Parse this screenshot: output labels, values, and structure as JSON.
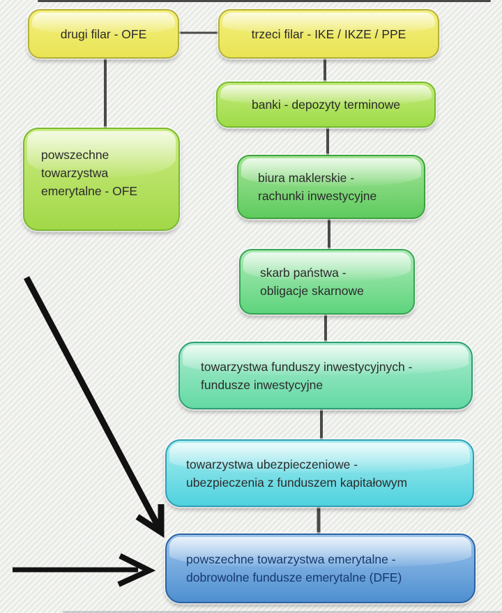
{
  "diagram": {
    "title_hint": "piramida produktow emerytalno-inwestycyjnych",
    "background": "#eef0ec",
    "connector_color": "#4a4a4a",
    "arrow_color": "#111111",
    "nodes": [
      {
        "id": "drugi-filar-ofe",
        "lines": [
          "drugi filar - OFE"
        ],
        "fill_top": "#f3ef7e",
        "fill_bottom": "#e9e455",
        "border": "#b5b13c",
        "text_color": "#2b2b2b"
      },
      {
        "id": "trzeci-filar-ike-ikze-ppe",
        "lines": [
          "trzeci filar - IKE / IKZE / PPE"
        ],
        "fill_top": "#f3ef7e",
        "fill_bottom": "#e9e455",
        "border": "#b5b13c",
        "text_color": "#2b2b2b"
      },
      {
        "id": "powszechne-towarzystwa-emerytalne-ofe",
        "lines": [
          "powszechne",
          "towarzystwa",
          "emerytalne - OFE"
        ],
        "fill_top": "#cdeb82",
        "fill_bottom": "#a2d848",
        "border": "#79ba2e",
        "text_color": "#2b2b2b"
      },
      {
        "id": "banki-depozyty-terminowe",
        "lines": [
          "banki - depozyty terminowe"
        ],
        "fill_top": "#c4e97b",
        "fill_bottom": "#9edc48",
        "border": "#74bc2c",
        "text_color": "#2b2b2b"
      },
      {
        "id": "biura-maklerskie",
        "lines": [
          "biura maklerskie -",
          "rachunki inwestycyjne"
        ],
        "fill_top": "#a7e49a",
        "fill_bottom": "#5ecb5e",
        "border": "#3da23d",
        "text_color": "#2b2b2b"
      },
      {
        "id": "skarb-panstwa",
        "lines": [
          "skarb państwa -",
          "obligacje skarnowe"
        ],
        "fill_top": "#aeeab7",
        "fill_bottom": "#5ed47d",
        "border": "#35a453",
        "text_color": "#2b2b2b"
      },
      {
        "id": "towarzystwa-funduszy-inwestycyjnych",
        "lines": [
          "towarzystwa funduszy inwestycyjnych -",
          "fundusze inwestycyjne"
        ],
        "fill_top": "#abeccf",
        "fill_bottom": "#64d9a4",
        "border": "#2f9e74",
        "text_color": "#2b2b2b"
      },
      {
        "id": "towarzystwa-ubezpieczeniowe",
        "lines": [
          "towarzystwa ubezpieczeniowe -",
          "ubezpieczenia z funduszem kapitałowym"
        ],
        "fill_top": "#a9ecf0",
        "fill_bottom": "#4fd2de",
        "border": "#2f9fb4",
        "text_color": "#2b2b2b"
      },
      {
        "id": "powszechne-towarzystwa-emerytalne-dfe",
        "lines": [
          "powszechne towarzystwa emerytalne -",
          "dobrowolne fundusze emerytalne (DFE)"
        ],
        "fill_top": "#9cc4ec",
        "fill_bottom": "#4e8fd0",
        "border": "#2d62a0",
        "text_color": "#15386e"
      }
    ],
    "icons": [
      {
        "name": "diagonal-pointer-arrow",
        "color": "#111111",
        "points_to": "powszechne-towarzystwa-emerytalne-dfe"
      },
      {
        "name": "horizontal-pointer-arrow",
        "color": "#111111",
        "points_to": "powszechne-towarzystwa-emerytalne-dfe"
      }
    ]
  }
}
